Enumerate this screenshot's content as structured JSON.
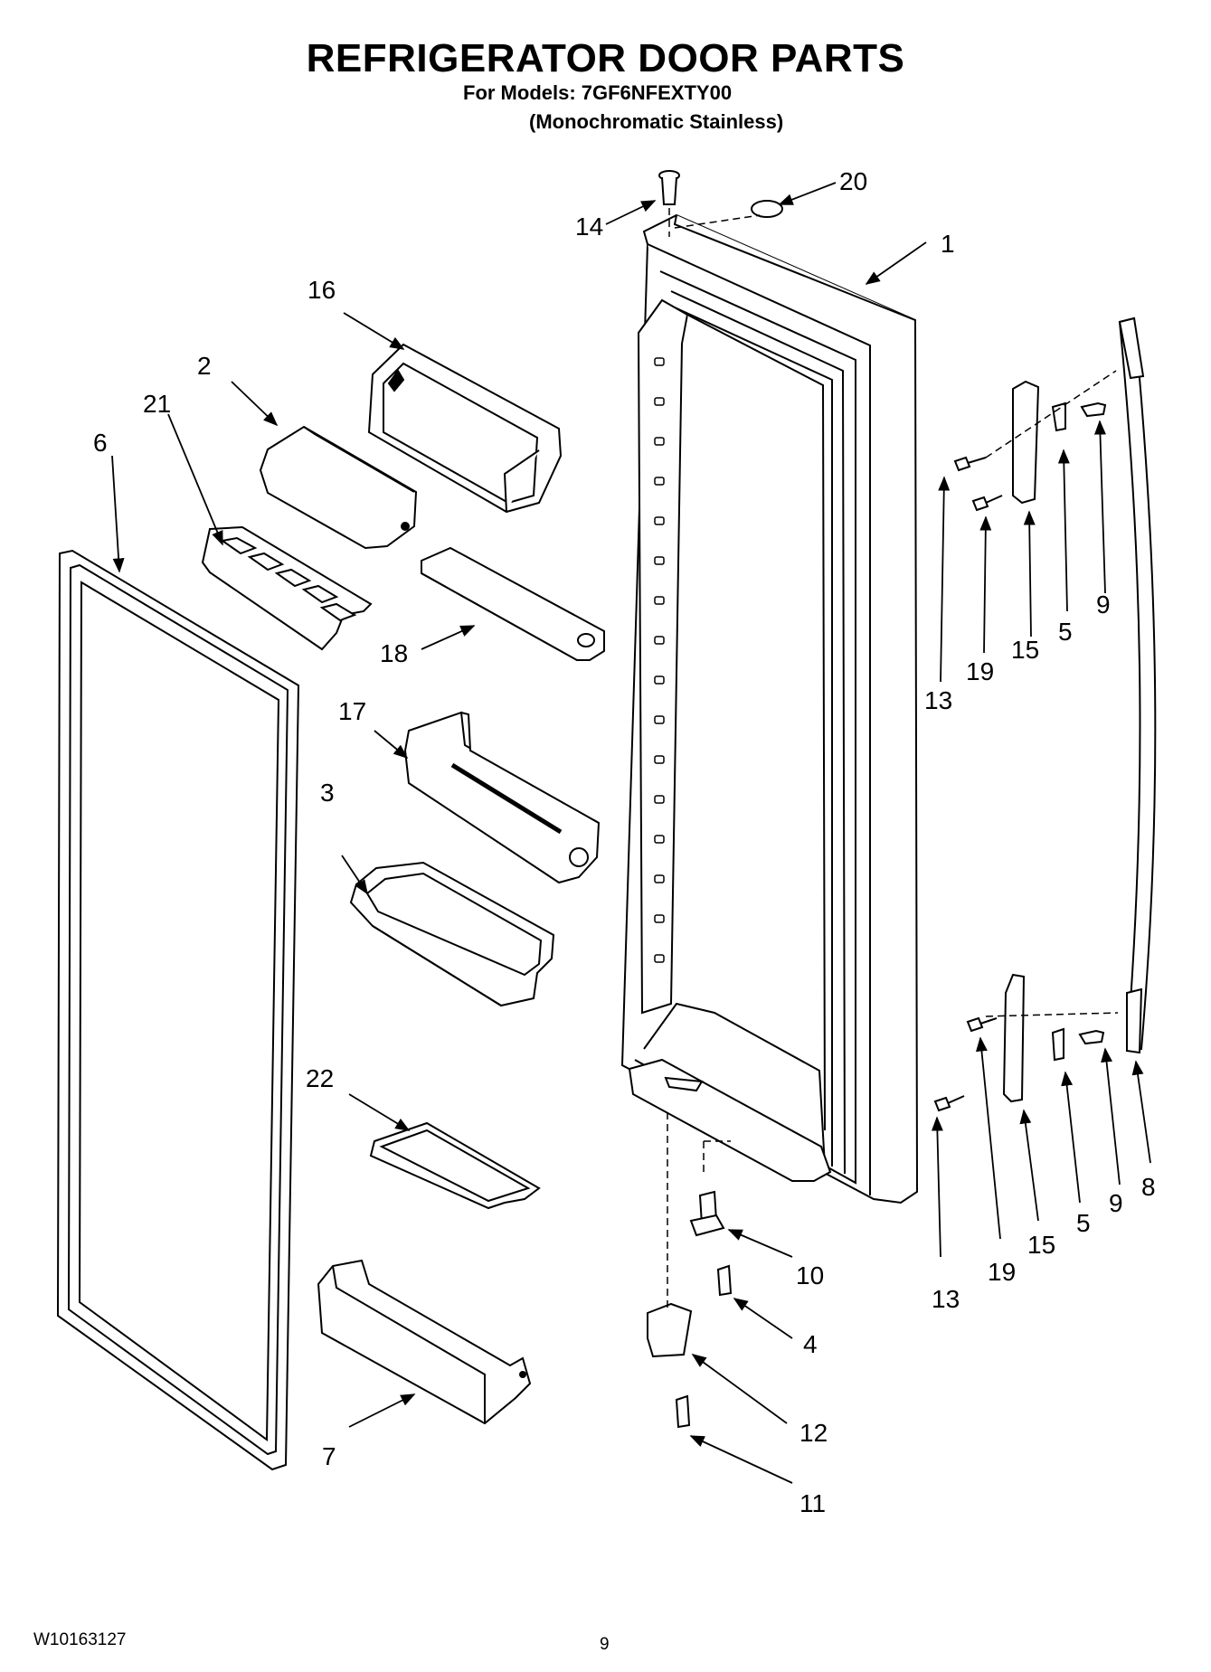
{
  "header": {
    "title": "REFRIGERATOR DOOR PARTS",
    "models": "For Models: 7GF6NFEXTY00",
    "variant": "(Monochromatic Stainless)"
  },
  "footer": {
    "doc_number": "W10163127",
    "page_number": "9"
  },
  "callouts": [
    "1",
    "2",
    "3",
    "4",
    "5",
    "5",
    "6",
    "7",
    "8",
    "9",
    "9",
    "10",
    "11",
    "12",
    "13",
    "13",
    "14",
    "15",
    "15",
    "16",
    "17",
    "18",
    "19",
    "19",
    "20",
    "21",
    "22"
  ],
  "part_numbers": {
    "door": "1",
    "shelf_lid": "2",
    "door_bin_large": "3",
    "screw_hinge": "4",
    "handle_clip_upper": "5",
    "handle_clip_lower": "5",
    "door_gasket": "6",
    "bottom_bin": "7",
    "handle": "8",
    "screw_upper": "9",
    "screw_lower": "9",
    "hinge_pin": "10",
    "hinge_screw": "11",
    "bottom_hinge": "12",
    "screw_13_upper": "13",
    "screw_13_lower": "13",
    "top_plug": "14",
    "handle_mount_upper": "15",
    "handle_mount_lower": "15",
    "dairy_bin": "16",
    "door_bin": "17",
    "shelf_rail": "18",
    "screw_19_upper": "19",
    "screw_19_lower": "19",
    "cap": "20",
    "egg_tray": "21",
    "small_tray": "22"
  },
  "colors": {
    "line": "#000000",
    "background": "#ffffff"
  }
}
